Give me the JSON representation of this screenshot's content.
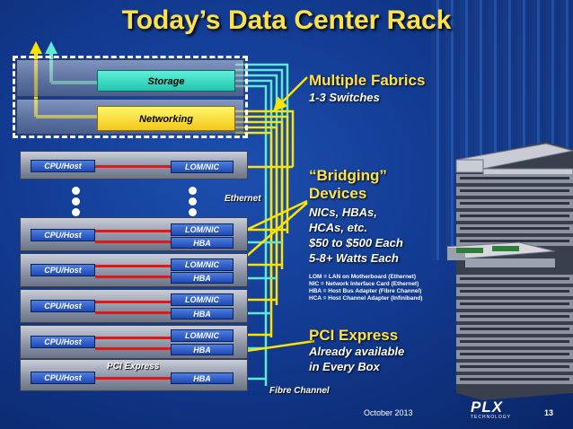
{
  "title": "Today’s Data Center Rack",
  "storage_label": "Storage",
  "networking_label": "Networking",
  "hosts": [
    {
      "cpu": "CPU/Host",
      "nic": "LOM/NIC",
      "hba": ""
    },
    {
      "cpu": "CPU/Host",
      "nic": "LOM/NIC",
      "hba": "HBA"
    },
    {
      "cpu": "CPU/Host",
      "nic": "LOM/NIC",
      "hba": "HBA"
    },
    {
      "cpu": "CPU/Host",
      "nic": "LOM/NIC",
      "hba": "HBA"
    },
    {
      "cpu": "CPU/Host",
      "nic": "LOM/NIC",
      "hba": "HBA"
    },
    {
      "cpu": "CPU/Host",
      "nic": "",
      "hba": "HBA"
    }
  ],
  "labels": {
    "ethernet": "Ethernet",
    "pci_express": "PCI Express",
    "fibre_channel": "Fibre Channel"
  },
  "multiple_fabrics": {
    "heading": "Multiple Fabrics",
    "sub": "1-3 Switches"
  },
  "bridging": {
    "heading_line1": "“Bridging”",
    "heading_line2": "Devices",
    "lines": [
      "NICs, HBAs,",
      "HCAs, etc.",
      "$50 to $500 Each",
      "5-8+ Watts Each"
    ],
    "glossary": [
      "LOM = LAN on Motherboard (Ethernet)",
      "NIC = Network Interface Card (Ethernet)",
      "HBA = Host Bus Adapter (Fibre Channel)",
      "HCA = Host Channel Adapter (Infiniband)"
    ]
  },
  "pcie": {
    "heading": "PCI Express",
    "line1": "Already available",
    "line2": "in Every Box"
  },
  "footer": {
    "date": "October 2013",
    "logo": "PLX",
    "logo_sub": "TECHNOLOGY",
    "page": "13"
  },
  "colors": {
    "title": "#ffe24a",
    "ethernet": "#ffe300",
    "fibre": "#5fe8d2",
    "pcie": "#e01818",
    "background": "#123b92"
  }
}
